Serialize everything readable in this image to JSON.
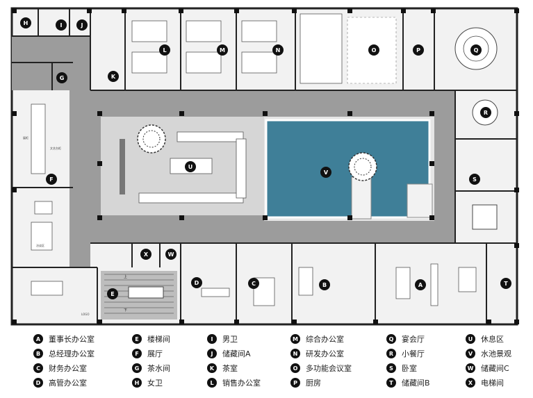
{
  "rooms": [
    {
      "code": "A",
      "name": "董事长办公室"
    },
    {
      "code": "B",
      "name": "总经理办公室"
    },
    {
      "code": "C",
      "name": "财务办公室"
    },
    {
      "code": "D",
      "name": "高管办公室"
    },
    {
      "code": "E",
      "name": "楼梯间"
    },
    {
      "code": "F",
      "name": "展厅"
    },
    {
      "code": "G",
      "name": "茶水间"
    },
    {
      "code": "H",
      "name": "女卫"
    },
    {
      "code": "I",
      "name": "男卫"
    },
    {
      "code": "J",
      "name": "储藏间A"
    },
    {
      "code": "K",
      "name": "茶室"
    },
    {
      "code": "L",
      "name": "销售办公室"
    },
    {
      "code": "M",
      "name": "综合办公室"
    },
    {
      "code": "N",
      "name": "研发办公室"
    },
    {
      "code": "O",
      "name": "多功能会议室"
    },
    {
      "code": "P",
      "name": "厨房"
    },
    {
      "code": "Q",
      "name": "宴会厅"
    },
    {
      "code": "R",
      "name": "小餐厅"
    },
    {
      "code": "S",
      "name": "卧室"
    },
    {
      "code": "T",
      "name": "储藏间B"
    },
    {
      "code": "U",
      "name": "休息区"
    },
    {
      "code": "V",
      "name": "水池景观"
    },
    {
      "code": "W",
      "name": "储藏间C"
    },
    {
      "code": "X",
      "name": "电梯间"
    }
  ],
  "plan_labels": {
    "showroom_a": "展柜",
    "showroom_b": "文艺台柜",
    "showroom_c": "洽谈区",
    "logo": "LOGO",
    "stair_up": "上",
    "stair_down": "下"
  },
  "colors": {
    "wall": "#222222",
    "corridor": "#9c9c9c",
    "room_floor": "#f2f2f2",
    "courtyard": "#d6d6d6",
    "pool": "#3f7f98",
    "badge": "#111111"
  }
}
